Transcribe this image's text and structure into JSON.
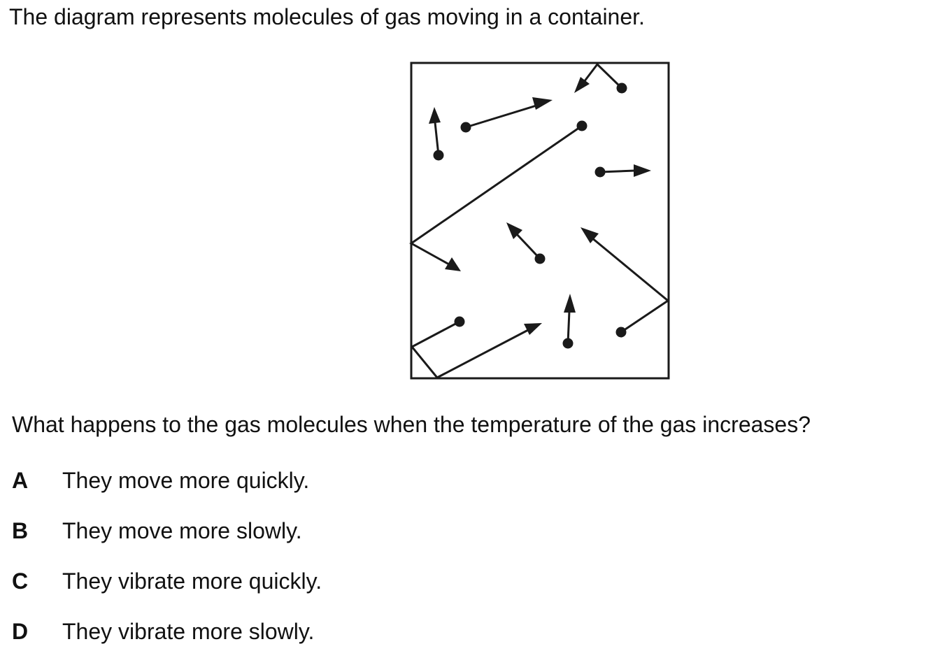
{
  "intro_text": "The diagram represents molecules of gas moving in a container.",
  "question_text": "What happens to the gas molecules when the temperature of the gas increases?",
  "options": [
    {
      "letter": "A",
      "text": "They move more quickly."
    },
    {
      "letter": "B",
      "text": "They move more slowly."
    },
    {
      "letter": "C",
      "text": "They vibrate more quickly."
    },
    {
      "letter": "D",
      "text": "They vibrate more slowly."
    }
  ]
}
